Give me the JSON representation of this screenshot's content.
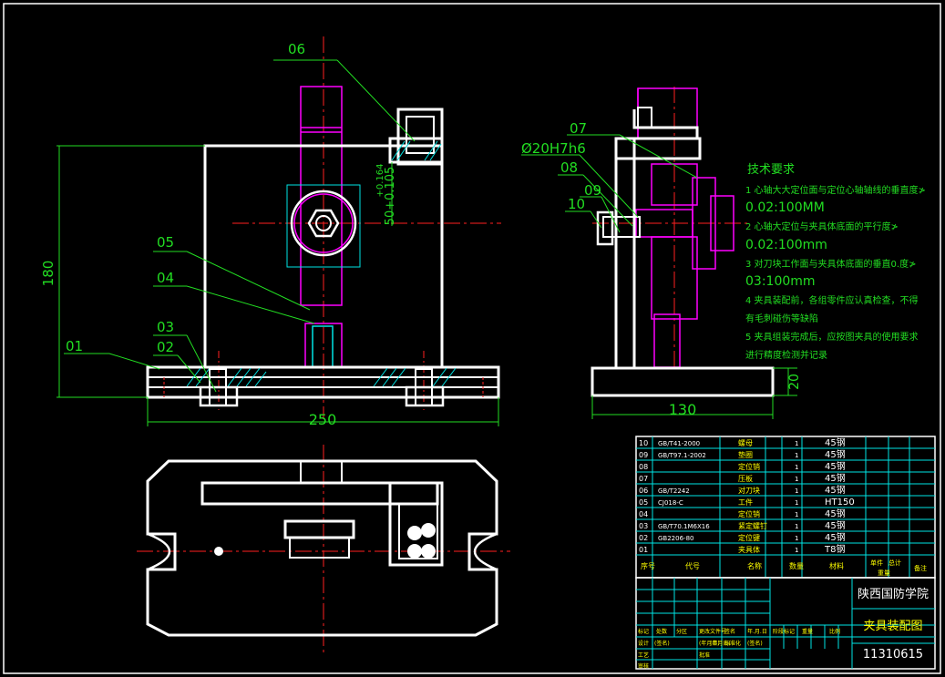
{
  "drawing": {
    "front_view": {
      "dim_height": "180",
      "dim_width": "250",
      "dim_center": "50+0.105",
      "dim_tol_upper": "+0.164",
      "balloons": [
        "06",
        "05",
        "04",
        "03",
        "02",
        "01"
      ]
    },
    "side_view": {
      "dim_width": "130",
      "dim_base": "20",
      "fit_label": "Ø20H7h6",
      "balloons": [
        "07",
        "08",
        "09",
        "10"
      ]
    },
    "tech_requirements": {
      "title": "技术要求",
      "lines": [
        "1 心轴大大定位面与定位心轴轴线的垂直度≯",
        "0.02:100MM",
        "2 心轴大定位与夹具体底面的平行度≯",
        "0.02:100mm",
        "3 对刀块工作面与夹具体底面的垂直0.度≯",
        "03:100mm",
        "4 夹具装配前，各组零件应认真检查，不得",
        "有毛刺碰伤等缺陷",
        "5 夹具组装完成后，应按图夹具的使用要求",
        "进行精度检测并记录"
      ]
    },
    "parts_list": {
      "rows": [
        {
          "no": "10",
          "code": "GB/T41-2000",
          "name": "螺母",
          "qty": "1",
          "material": "45钢"
        },
        {
          "no": "09",
          "code": "GB/T97.1-2002",
          "name": "垫圈",
          "qty": "1",
          "material": "45钢"
        },
        {
          "no": "08",
          "code": "",
          "name": "定位销",
          "qty": "1",
          "material": "45钢"
        },
        {
          "no": "07",
          "code": "",
          "name": "压板",
          "qty": "1",
          "material": "45钢"
        },
        {
          "no": "06",
          "code": "GB/T2242",
          "name": "对刀块",
          "qty": "1",
          "material": "45钢"
        },
        {
          "no": "05",
          "code": "CJ018-C",
          "name": "工件",
          "qty": "1",
          "material": "HT150"
        },
        {
          "no": "04",
          "code": "",
          "name": "定位销",
          "qty": "1",
          "material": "45钢"
        },
        {
          "no": "03",
          "code": "GB/T70.1M6X16",
          "name": "紧定螺钉",
          "qty": "1",
          "material": "45钢"
        },
        {
          "no": "02",
          "code": "GB2206-80",
          "name": "定位键",
          "qty": "1",
          "material": "45钢"
        },
        {
          "no": "01",
          "code": "",
          "name": "夹具体",
          "qty": "1",
          "material": "T8钢"
        }
      ],
      "header": {
        "no": "序号",
        "code": "代号",
        "name": "名称",
        "qty": "数量",
        "material": "材料",
        "unit_weight": "单件",
        "total_weight": "总计",
        "weight": "重量",
        "remark": "备注"
      }
    },
    "title_block": {
      "school": "陕西国防学院",
      "title": "夹具装配图",
      "drawing_no": "11310615",
      "labels": [
        "标记",
        "处数",
        "分区",
        "更改文件号",
        "签名",
        "年.月.日",
        "设计",
        "(签名)",
        "(年月日)",
        "标准化",
        "(签名)",
        "(年月日)",
        "阶段标记",
        "重量",
        "比例",
        "审核",
        "工艺",
        "批准"
      ]
    },
    "colors": {
      "white": "#ffffff",
      "magenta": "#ff00ff",
      "red": "#ff2020",
      "green": "#22dd22",
      "cyan": "#00e5e5",
      "yellow": "#ffff00"
    }
  }
}
